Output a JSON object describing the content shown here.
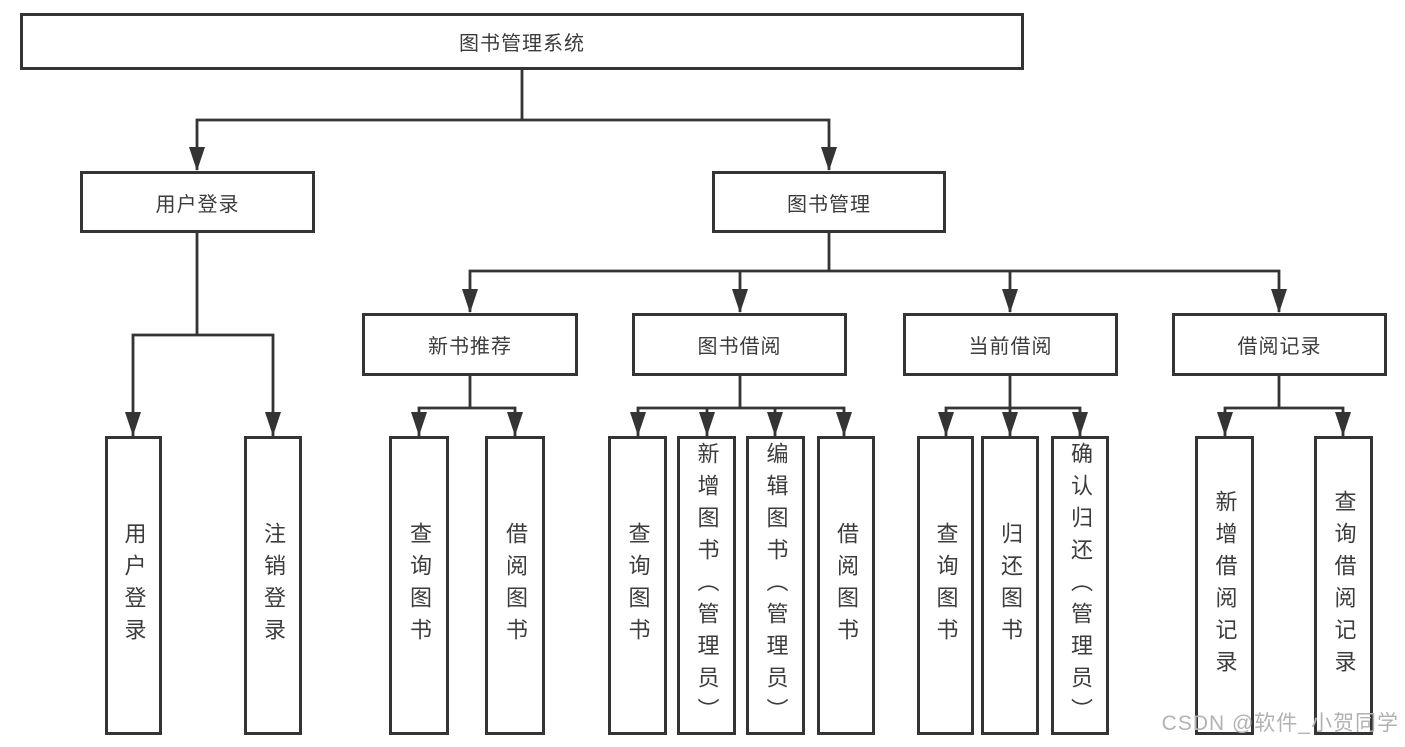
{
  "diagram": {
    "root": {
      "label": "图书管理系统"
    },
    "branches": [
      {
        "label": "用户登录",
        "children": [
          {
            "label": "用户登录"
          },
          {
            "label": "注销登录"
          }
        ]
      },
      {
        "label": "图书管理",
        "children": [
          {
            "label": "新书推荐",
            "children": [
              {
                "label": "查询图书"
              },
              {
                "label": "借阅图书"
              }
            ]
          },
          {
            "label": "图书借阅",
            "children": [
              {
                "label": "查询图书"
              },
              {
                "label": "新增图书（管理员）"
              },
              {
                "label": "编辑图书（管理员）"
              },
              {
                "label": "借阅图书"
              }
            ]
          },
          {
            "label": "当前借阅",
            "children": [
              {
                "label": "查询图书"
              },
              {
                "label": "归还图书"
              },
              {
                "label": "确认归还（管理员）"
              }
            ]
          },
          {
            "label": "借阅记录",
            "children": [
              {
                "label": "新增借阅记录"
              },
              {
                "label": "查询借阅记录"
              }
            ]
          }
        ]
      }
    ]
  },
  "watermark": {
    "text": "CSDN @软件_小贺同学"
  },
  "colors": {
    "line": "#343434",
    "box_border": "#343434",
    "text": "#3c3c3c",
    "watermark": "#b2b2b2",
    "background": "#ffffff"
  }
}
